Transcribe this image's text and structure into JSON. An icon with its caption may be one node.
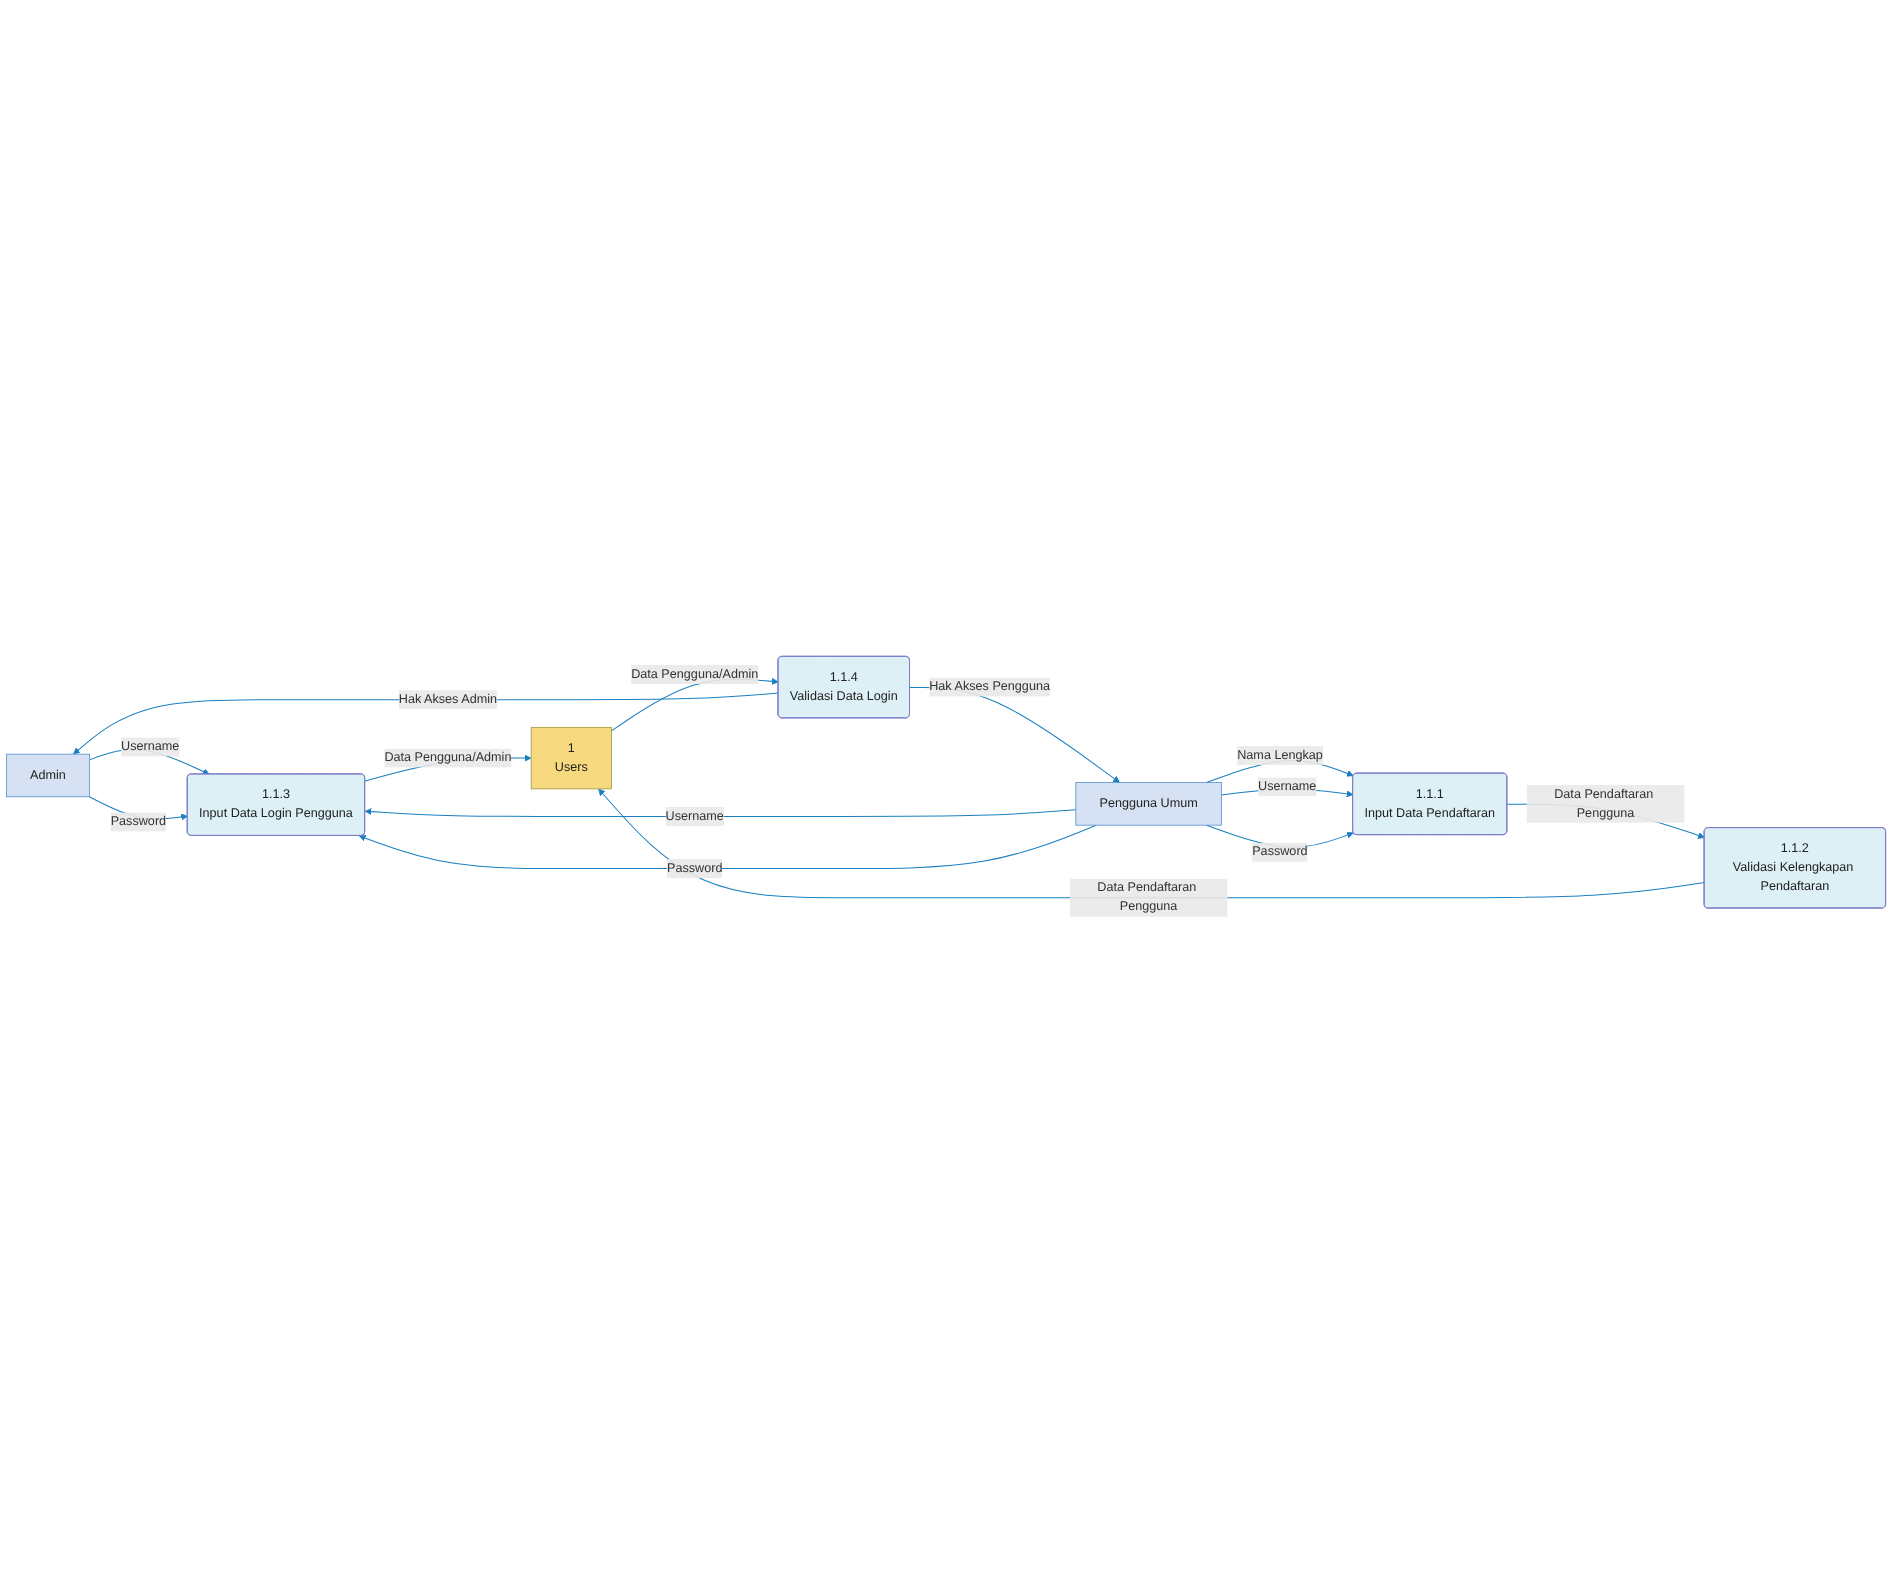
{
  "diagram": {
    "nodes": [
      {
        "text": [
          "Admin"
        ]
      },
      {
        "text": [
          "Pengguna Umum"
        ]
      },
      {
        "text": [
          "1.1.1",
          "Input Data Pendaftaran"
        ]
      },
      {
        "text": [
          "1.1.2",
          "Validasi Kelengkapan Pendaftaran"
        ]
      },
      {
        "text": [
          "1",
          "Users"
        ]
      },
      {
        "text": [
          "1.1.3",
          "Input Data Login Pengguna"
        ]
      },
      {
        "text": [
          "1.1.4",
          "Validasi Data Login"
        ]
      }
    ],
    "edges": [
      {
        "from": 1,
        "to": 2,
        "arrow": "to",
        "label": "Nama Lengkap"
      },
      {
        "from": 1,
        "to": 2,
        "arrow": "to",
        "label": "Username"
      },
      {
        "from": 1,
        "to": 2,
        "arrow": "to",
        "label": "Password"
      },
      {
        "from": 2,
        "to": 3,
        "arrow": "to",
        "label": "Data Pendaftaran Pengguna"
      },
      {
        "from": 3,
        "to": 4,
        "arrow": "to",
        "label": "Data Pendaftaran Pengguna"
      },
      {
        "from": 5,
        "to": 4,
        "arrow": "to",
        "label": "Data Pengguna/Admin"
      },
      {
        "from": 0,
        "to": 5,
        "arrow": "to",
        "label": "Username"
      },
      {
        "from": 0,
        "to": 5,
        "arrow": "to",
        "label": "Password"
      },
      {
        "from": 1,
        "to": 5,
        "arrow": "to",
        "label": "Username"
      },
      {
        "from": 1,
        "to": 5,
        "arrow": "to",
        "label": "Password"
      },
      {
        "from": 4,
        "to": 6,
        "arrow": "to",
        "label": "Data Pengguna/Admin"
      },
      {
        "from": 6,
        "to": 0,
        "arrow": "to",
        "label": "Hak Akses Admin"
      },
      {
        "from": 6,
        "to": 1,
        "arrow": "to",
        "label": "Hak Akses Pengguna"
      }
    ]
  }
}
